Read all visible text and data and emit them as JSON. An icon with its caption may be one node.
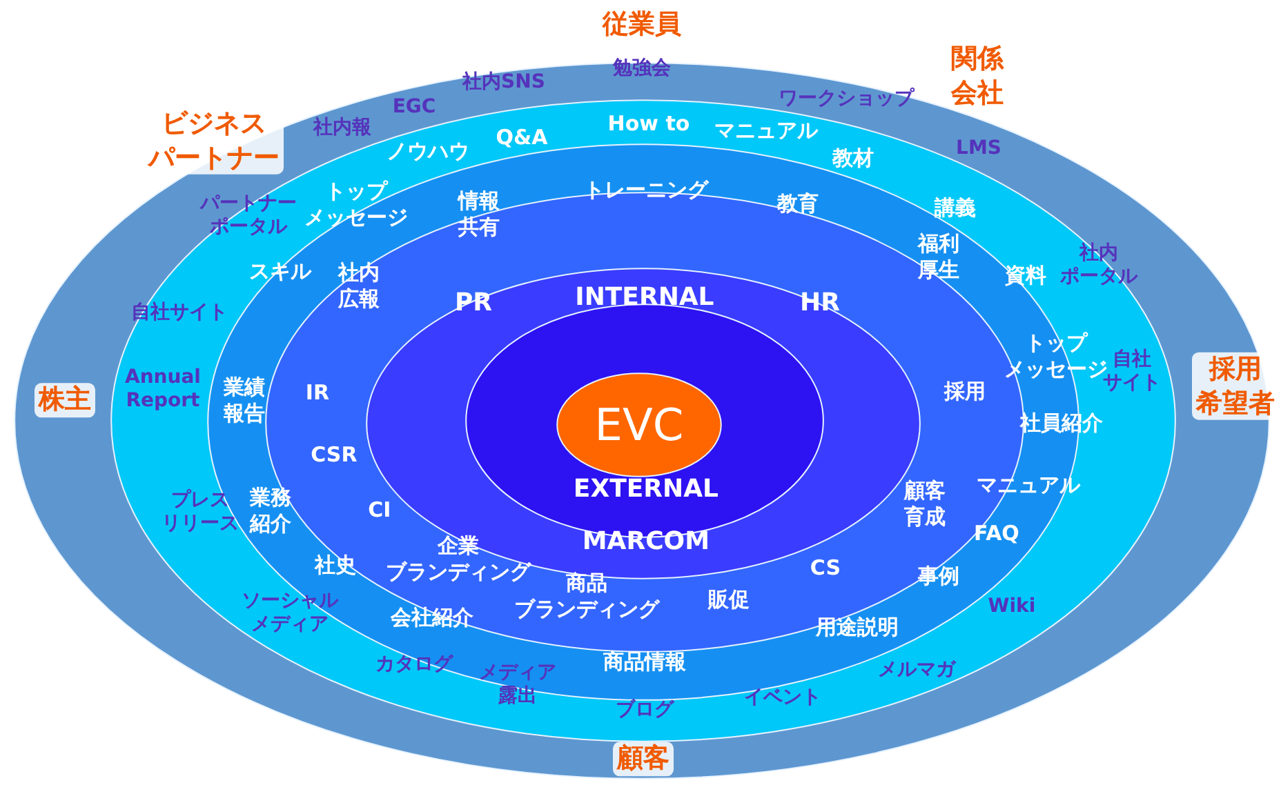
{
  "diagram": {
    "nodes": [
      {
        "text": [
          "社内SNS",
          "勉強会",
          "社内報",
          "EGC",
          "ワークショップ",
          "LMS"
        ]
      },
      {
        "text": [
          "パートナーポータル",
          "社内ポータル",
          "ノウハウ",
          "Q&A",
          "How to",
          "マニュアル",
          "自社サイト",
          "Annual Report",
          "自社サイト",
          "プレスリリース",
          "ソーシャルメディア",
          "Wiki",
          "カタログ",
          "ブログ",
          "イベント",
          "メルマガ"
        ],
        "in": 0
      },
      {
        "text": [
          "トップメッセージ",
          "教材",
          "講義",
          "スキル",
          "資料",
          "トップメッセージ",
          "業績報告",
          "社員紹介",
          "マニュアル",
          "業務紹介",
          "FAQ",
          "社史",
          "会社紹介",
          "用途説明",
          "商品情報",
          "メディア露出"
        ],
        "in": 1
      },
      {
        "text": [
          "トレーニング",
          "情報共有",
          "教育",
          "福利厚生",
          "社内広報",
          "IR",
          "採用",
          "CSR",
          "顧客育成",
          "CI",
          "企業ブランディング",
          "CS",
          "事例",
          "商品ブランディング",
          "販促"
        ],
        "in": 2
      },
      {
        "text": [
          "PR",
          "HR"
        ],
        "in": 3
      },
      {
        "text": [
          "INTERNAL",
          "EXTERNAL",
          "MARCOM"
        ],
        "in": 4
      },
      {
        "text": [
          "EVC"
        ],
        "in": 5
      }
    ],
    "labels": [
      "従業員",
      "関係会社",
      "ビジネスパートナー",
      "株主",
      "採用希望者",
      "顧客"
    ]
  }
}
